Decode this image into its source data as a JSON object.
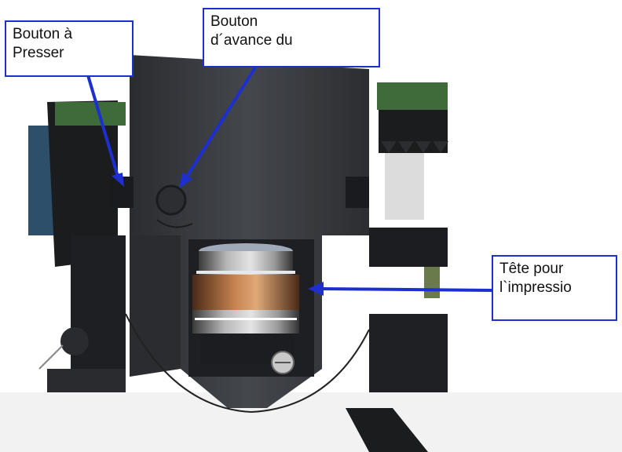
{
  "photo": {
    "subject": "printer-mechanism-closeup",
    "accent_color": "#1e2fd0"
  },
  "callouts": {
    "button_press": {
      "line1": "Bouton à",
      "line2": "Presser"
    },
    "paper_feed_button": {
      "line1": "Bouton",
      "line2": "d´avance du"
    },
    "print_head": {
      "line1": "Tête  pour",
      "line2": "l`impressio"
    }
  }
}
